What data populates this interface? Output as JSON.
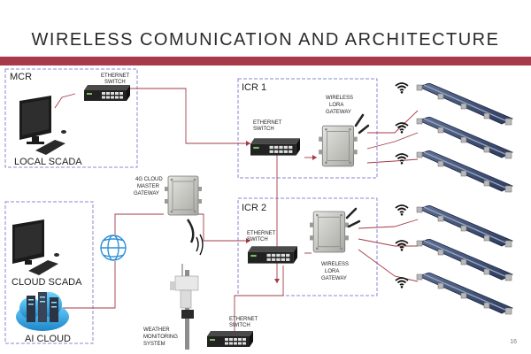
{
  "title": "WIRELESS COMUNICATION AND ARCHITECTURE",
  "page_number": "16",
  "colors": {
    "title_bar": "#a6394a",
    "link": "#a43a46",
    "zone_border": "#8a8ad6",
    "globe": "#2f8fd6",
    "cloud": "#2aa8e0"
  },
  "zones": {
    "mcr": {
      "label": "MCR"
    },
    "icr1": {
      "label": "ICR 1"
    },
    "icr2": {
      "label": "ICR 2"
    }
  },
  "labels": {
    "mcr_switch": [
      "ETHERNET",
      "SWITCH"
    ],
    "icr1_switch": [
      "ETHERNET",
      "SWITCH"
    ],
    "icr2_switch": [
      "ETHERNET",
      "SWITCH"
    ],
    "weather_switch": [
      "ETHERNET",
      "SWITCH"
    ],
    "icr1_gateway": [
      "WIRELESS",
      "LORA",
      "GATEWAY"
    ],
    "icr2_gateway": [
      "WIRELESS",
      "LORA",
      "GATEWAY"
    ],
    "cloud_gateway": [
      "4G CLOUD",
      "MASTER",
      "GATEWAY"
    ],
    "weather_system": [
      "WEATHER",
      "MONITORING",
      "SYSTEM"
    ],
    "local_scada": "LOCAL SCADA",
    "cloud_scada": "CLOUD SCADA",
    "ai_cloud": "AI CLOUD"
  },
  "icons": [
    "monitor-icon",
    "keyboard-icon",
    "mouse-icon",
    "ethernet-switch-icon",
    "lora-gateway-icon",
    "wifi-icon",
    "solar-tracker-icon",
    "globe-icon",
    "ai-cloud-icon",
    "weather-station-icon",
    "antenna-icon"
  ]
}
